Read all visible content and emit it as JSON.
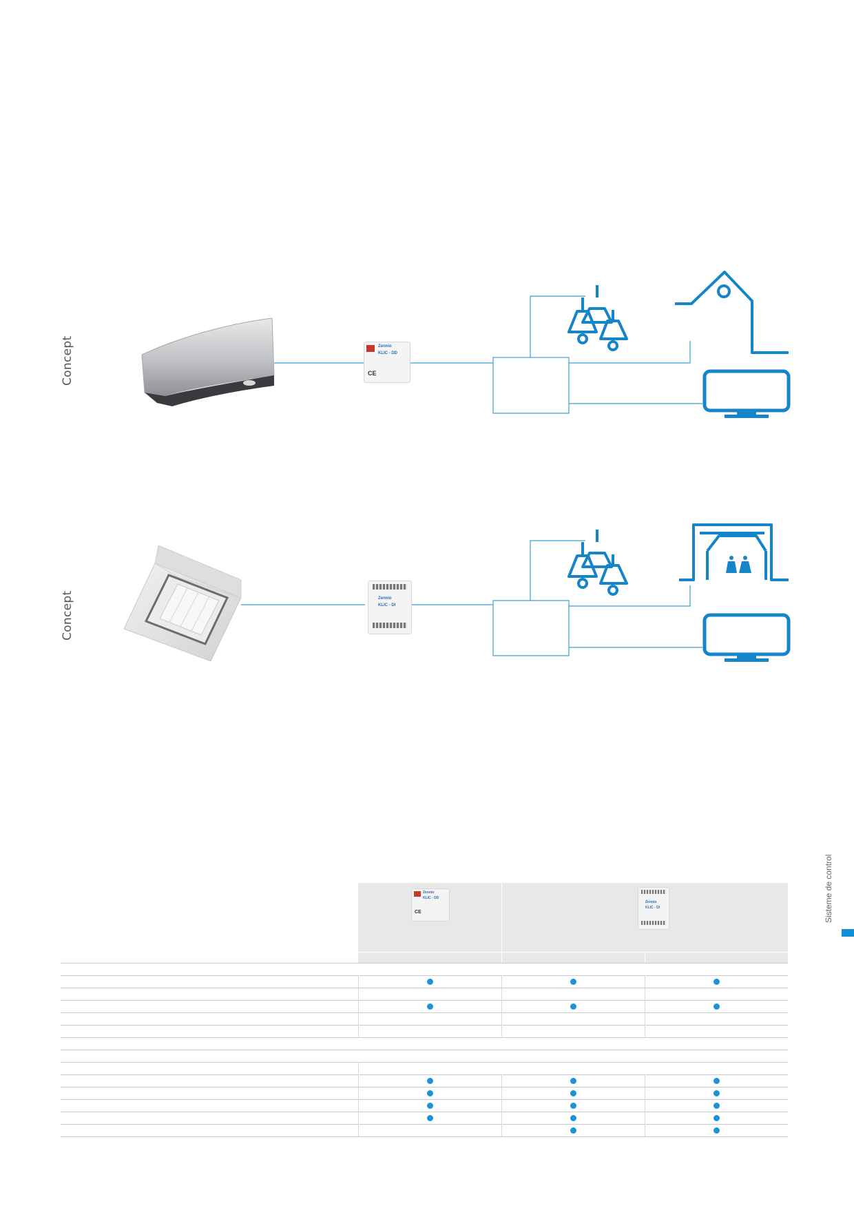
{
  "colors": {
    "accent": "#1b93d6",
    "line": "#38a0d0",
    "icon": "#1485c8",
    "table_bg": "#e8e8e8"
  },
  "diagram_1": {
    "label": "Concept",
    "unit": "wall-mounted-indoor-unit",
    "interface_device": {
      "brand": "Zennio",
      "model": "KLIC - DD"
    },
    "targets": [
      "pendant-lamps-icon",
      "house-icon",
      "monitor-icon"
    ]
  },
  "diagram_2": {
    "label": "Concept",
    "unit": "ceiling-cassette-unit",
    "interface_device": {
      "brand": "Zennio",
      "model": "KLIC - DI"
    },
    "targets": [
      "pendant-lamps-icon",
      "shop-icon",
      "monitor-icon"
    ]
  },
  "sidebar": {
    "section_label": "Sisteme de control"
  },
  "comparison_table": {
    "products": [
      {
        "brand": "Zennio",
        "model": "KLIC - DD"
      },
      {
        "brand": "Zennio",
        "model": "KLIC - DI"
      }
    ],
    "group_1_rows": [
      {
        "col1": true,
        "col2": true,
        "col3": true
      },
      {
        "col1": false,
        "col2": false,
        "col3": false
      },
      {
        "col1": true,
        "col2": true,
        "col3": true
      },
      {
        "col1": false,
        "col2": false,
        "col3": false
      }
    ],
    "group_2_rows": [
      {
        "col1": true,
        "col2": true,
        "col3": true
      },
      {
        "col1": true,
        "col2": true,
        "col3": true
      },
      {
        "col1": true,
        "col2": true,
        "col3": true
      },
      {
        "col1": true,
        "col2": true,
        "col3": true
      },
      {
        "col1": false,
        "col2": true,
        "col3": true
      }
    ]
  }
}
